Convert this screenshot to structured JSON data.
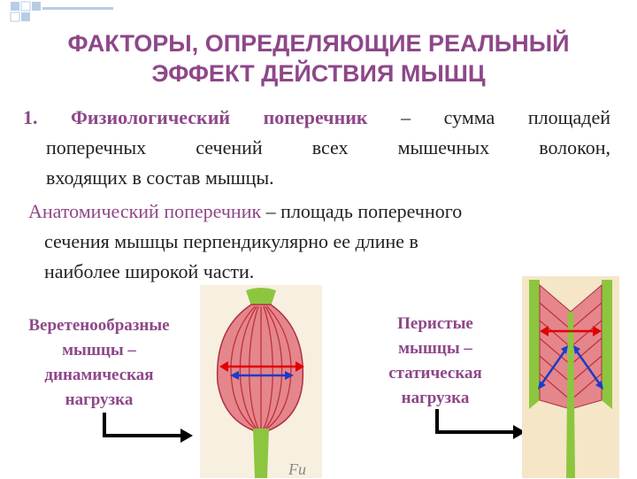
{
  "slide": {
    "title_line1": "ФАКТОРЫ, ОПРЕДЕЛЯЮЩИЕ РЕАЛЬНЫЙ",
    "title_line2": "ЭФФЕКТ ДЕЙСТВИЯ МЫШЦ",
    "point1": {
      "number": "1.",
      "term": "Физиологический поперечник",
      "line1_rest": " – сумма площадей",
      "line2": "поперечных сечений всех мышечных волокон,",
      "line3": "входящих в состав мышцы."
    },
    "point2": {
      "term": "Анатомический поперечник",
      "line1_rest": " – площадь поперечного",
      "line2": "сечения мышцы перпендикулярно ее длине в",
      "line3": "наиболее широкой части."
    },
    "fusiform": {
      "line1": "Веретенообразные",
      "line2": "мышцы –",
      "line3": "динамическая",
      "line4": "нагрузка"
    },
    "pennate": {
      "line1": "Перистые",
      "line2": "мышцы –",
      "line3": "статическая",
      "line4": "нагрузка"
    },
    "figure_fragment": "Fu"
  },
  "colors": {
    "title": "#8e4789",
    "muscle_fill": "#e4868c",
    "muscle_stripe": "#c0303a",
    "tendon": "#8cc63f",
    "background_stripe": "#f5e6c8",
    "red_arrow": "#e00000",
    "blue_line": "#1a3cc8"
  },
  "icons": [
    "corner-squares-decoration",
    "fusiform-muscle-illustration",
    "pennate-muscle-illustration",
    "right-arrow-icon"
  ]
}
